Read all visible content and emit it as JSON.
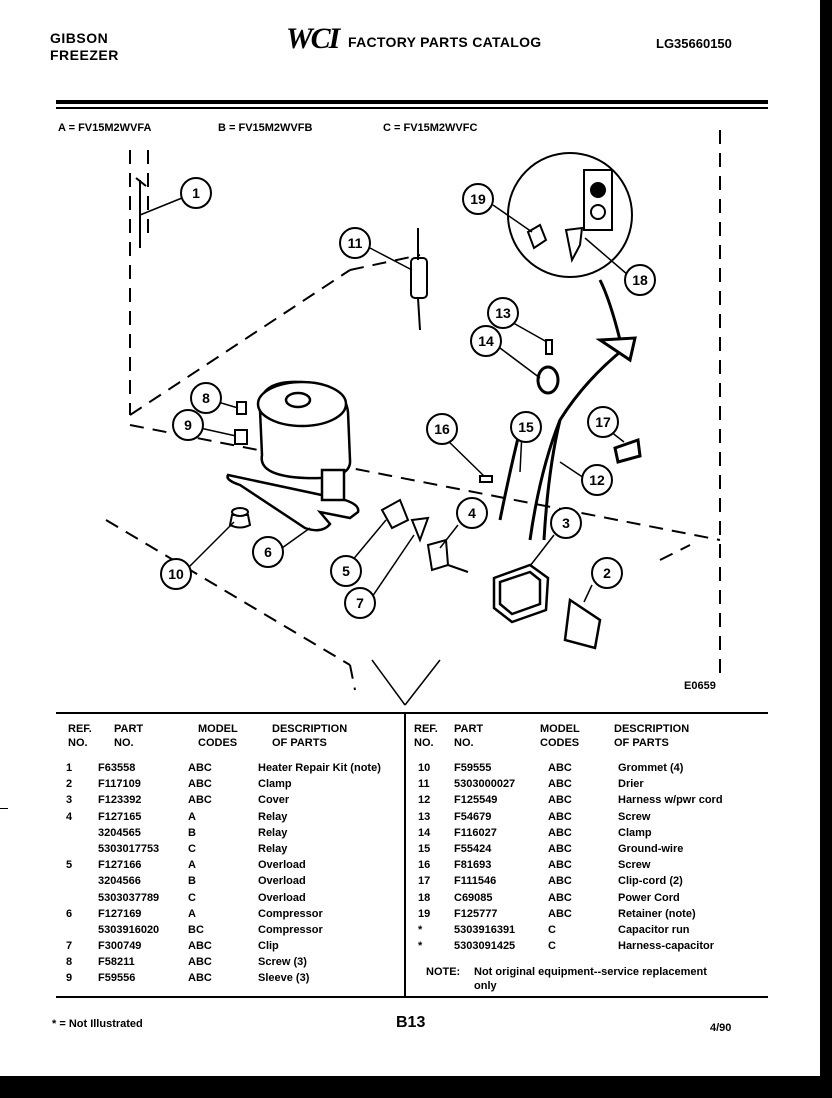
{
  "header": {
    "brand_line1": "GIBSON",
    "brand_line2": "FREEZER",
    "logo": "WCI",
    "catalog_title": "FACTORY PARTS CATALOG",
    "catalog_code": "LG35660150"
  },
  "models": {
    "a": "A = FV15M2WVFA",
    "b": "B = FV15M2WVFB",
    "c": "C = FV15M2WVFC"
  },
  "diagram": {
    "drawing_code": "E0659",
    "callouts": [
      "1",
      "2",
      "3",
      "4",
      "5",
      "6",
      "7",
      "8",
      "9",
      "10",
      "11",
      "12",
      "13",
      "14",
      "15",
      "16",
      "17",
      "18",
      "19"
    ]
  },
  "table": {
    "headers": {
      "ref": [
        "REF.",
        "NO."
      ],
      "part": [
        "PART",
        "NO."
      ],
      "model": [
        "MODEL",
        "CODES"
      ],
      "desc": [
        "DESCRIPTION",
        "OF PARTS"
      ]
    },
    "left_rows": [
      {
        "ref": "1",
        "part": "F63558",
        "model": "ABC",
        "desc": "Heater Repair Kit (note)"
      },
      {
        "ref": "2",
        "part": "F117109",
        "model": "ABC",
        "desc": "Clamp"
      },
      {
        "ref": "3",
        "part": "F123392",
        "model": "ABC",
        "desc": "Cover"
      },
      {
        "ref": "4",
        "part": "F127165",
        "model": "A",
        "desc": "Relay"
      },
      {
        "ref": "",
        "part": "3204565",
        "model": "B",
        "desc": "Relay"
      },
      {
        "ref": "",
        "part": "5303017753",
        "model": "C",
        "desc": "Relay"
      },
      {
        "ref": "5",
        "part": "F127166",
        "model": "A",
        "desc": "Overload"
      },
      {
        "ref": "",
        "part": "3204566",
        "model": "B",
        "desc": "Overload"
      },
      {
        "ref": "",
        "part": "5303037789",
        "model": "C",
        "desc": "Overload"
      },
      {
        "ref": "6",
        "part": "F127169",
        "model": "A",
        "desc": "Compressor"
      },
      {
        "ref": "",
        "part": "5303916020",
        "model": "BC",
        "desc": "Compressor"
      },
      {
        "ref": "7",
        "part": "F300749",
        "model": "ABC",
        "desc": "Clip"
      },
      {
        "ref": "8",
        "part": "F58211",
        "model": "ABC",
        "desc": "Screw (3)"
      },
      {
        "ref": "9",
        "part": "F59556",
        "model": "ABC",
        "desc": "Sleeve (3)"
      }
    ],
    "right_rows": [
      {
        "ref": "10",
        "part": "F59555",
        "model": "ABC",
        "desc": "Grommet (4)"
      },
      {
        "ref": "11",
        "part": "5303000027",
        "model": "ABC",
        "desc": "Drier"
      },
      {
        "ref": "12",
        "part": "F125549",
        "model": "ABC",
        "desc": "Harness w/pwr cord"
      },
      {
        "ref": "13",
        "part": "F54679",
        "model": "ABC",
        "desc": "Screw"
      },
      {
        "ref": "14",
        "part": "F116027",
        "model": "ABC",
        "desc": "Clamp"
      },
      {
        "ref": "15",
        "part": "F55424",
        "model": "ABC",
        "desc": "Ground-wire"
      },
      {
        "ref": "16",
        "part": "F81693",
        "model": "ABC",
        "desc": "Screw"
      },
      {
        "ref": "17",
        "part": "F111546",
        "model": "ABC",
        "desc": "Clip-cord (2)"
      },
      {
        "ref": "18",
        "part": "C69085",
        "model": "ABC",
        "desc": "Power Cord"
      },
      {
        "ref": "19",
        "part": "F125777",
        "model": "ABC",
        "desc": "Retainer (note)"
      },
      {
        "ref": "*",
        "part": "5303916391",
        "model": "C",
        "desc": "Capacitor run"
      },
      {
        "ref": "*",
        "part": "5303091425",
        "model": "C",
        "desc": "Harness-capacitor"
      }
    ],
    "note_label": "NOTE:",
    "note_line1": "Not original equipment--service replacement",
    "note_line2": "only"
  },
  "footer": {
    "legend": "* = Not Illustrated",
    "page": "B13",
    "date": "4/90"
  }
}
